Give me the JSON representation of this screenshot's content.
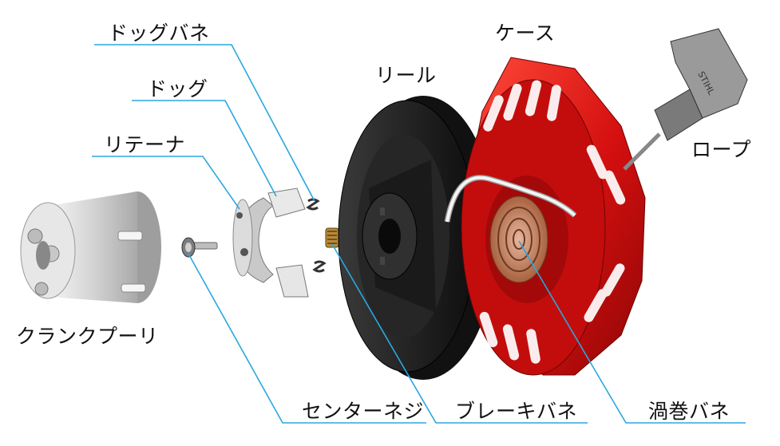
{
  "labels": {
    "dog_spring": "ドッグバネ",
    "dog": "ドッグ",
    "retainer": "リテーナ",
    "crank_pulley": "クランクプーリ",
    "center_screw": "センターネジ",
    "brake_spring": "ブレーキバネ",
    "reel": "リール",
    "case": "ケース",
    "rope": "ロープ",
    "spiral_spring": "渦巻バネ"
  },
  "handle_text": "STIHL",
  "colors": {
    "leader_line": "#2aa7e0",
    "case": "#d40f0f",
    "reel": "#1a1a1a",
    "pulley": "#d8d8d8",
    "handle": "#8a8a8a"
  }
}
